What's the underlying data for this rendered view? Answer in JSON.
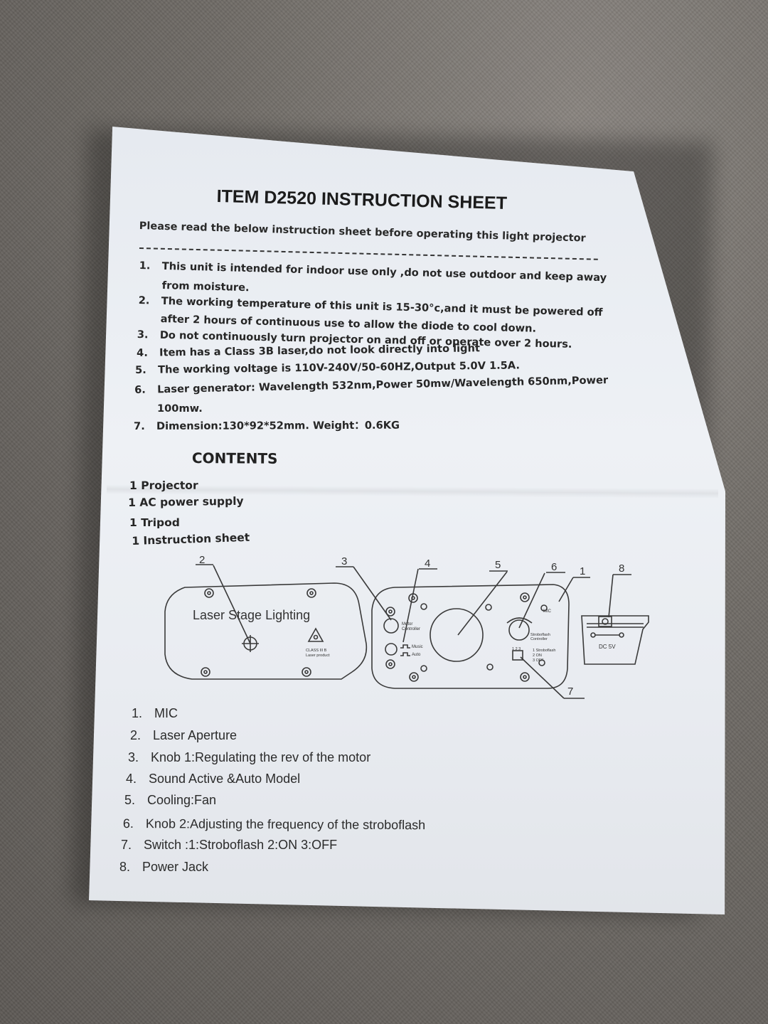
{
  "sheet": {
    "title": "ITEM D2520 INSTRUCTION SHEET",
    "intro": "Please read the below instruction sheet before operating this light projector",
    "rules": [
      {
        "num": "1.",
        "line1": "This unit is intended for indoor use only ,do not use outdoor and keep away",
        "line2": "from moisture."
      },
      {
        "num": "2.",
        "line1": "The working temperature of this unit is 15-30°c,and it must be powered off",
        "line2": "after 2 hours of continuous use to allow the diode to cool down."
      },
      {
        "num": "3.",
        "line1": "Do not continuously turn projector on and off or operate over 2 hours.",
        "line2": ""
      },
      {
        "num": "4.",
        "line1": "Item has a Class 3B laser,do not look directly into light",
        "line2": ""
      },
      {
        "num": "5.",
        "line1": "The working voltage is 110V-240V/50-60HZ,Output 5.0V 1.5A.",
        "line2": ""
      },
      {
        "num": "6.",
        "line1": "Laser generator: Wavelength 532nm,Power 50mw/Wavelength 650nm,Power",
        "line2": "100mw."
      },
      {
        "num": "7.",
        "line1": "Dimension:130*92*52mm. Weight：0.6KG",
        "line2": ""
      }
    ],
    "contents_heading": "CONTENTS",
    "contents": [
      "1 Projector",
      "1 AC power supply",
      "1 Tripod",
      "1 Instruction sheet"
    ],
    "diagram": {
      "callouts": [
        "2",
        "3",
        "4",
        "5",
        "6",
        "1",
        "8",
        "7"
      ],
      "front_label": "Laser Stage Lighting",
      "class_label": "CLASS III B",
      "laser_label": "Laser product",
      "motor_label": "Motor",
      "controller_label": "Controller",
      "music_label": "Music",
      "auto_label": "Auto",
      "mic_label": "MIC",
      "strobe_label": "Stroboflash",
      "strobe_ctrl_label": "Controller",
      "switch_nums": "1 2 3",
      "switch_opt1": "1 Stroboflash",
      "switch_opt2": "2 ON",
      "switch_opt3": "3 OFF",
      "dc_label": "DC  5V"
    },
    "legend": [
      {
        "num": "1.",
        "text": "MIC"
      },
      {
        "num": "2.",
        "text": "Laser Aperture"
      },
      {
        "num": "3.",
        "text": "Knob 1:Regulating the rev of the motor"
      },
      {
        "num": "4.",
        "text": "Sound Active &Auto Model"
      },
      {
        "num": "5.",
        "text": "Cooling:Fan"
      },
      {
        "num": "6.",
        "text": "Knob 2:Adjusting the frequency of the stroboflash"
      },
      {
        "num": "7.",
        "text": "Switch :1:Stroboflash 2:ON 3:OFF"
      },
      {
        "num": "8.",
        "text": "Power Jack"
      }
    ]
  }
}
